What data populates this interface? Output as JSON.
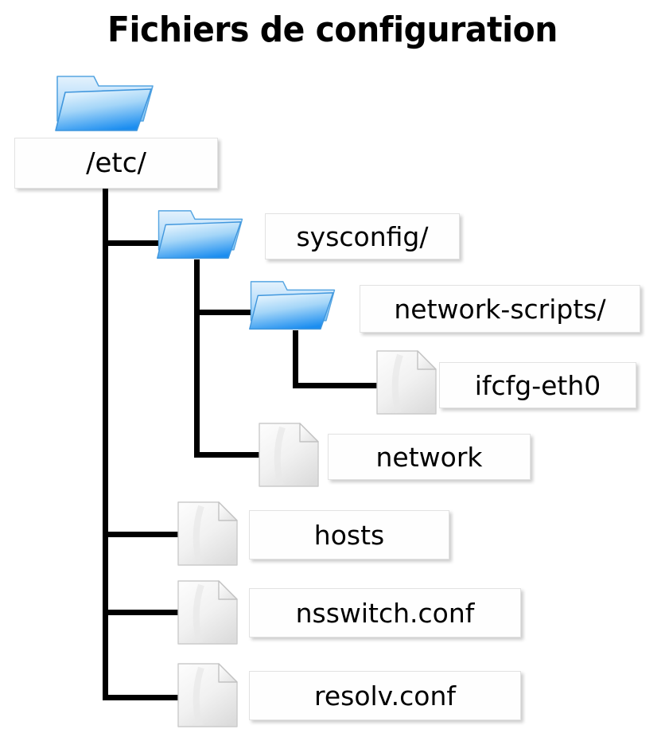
{
  "title": "Fichiers de configuration",
  "colors": {
    "folder_light": "#dceffc",
    "folder_mid": "#8fcdf6",
    "folder_deep": "#1b8df0",
    "folder_stroke": "#4a9fe0",
    "file_light": "#fbfbfb",
    "file_dark": "#dedede",
    "file_stroke": "#cfcfcf",
    "line": "#000000",
    "box_bg": "#fefefe",
    "box_border": "#e2e2e2",
    "text": "#000000"
  },
  "tree": {
    "root": {
      "label": "/etc/",
      "icon": "folder-icon",
      "type": "directory"
    },
    "nodes": [
      {
        "label": "sysconfig/",
        "icon": "folder-icon",
        "type": "directory",
        "depth": 1
      },
      {
        "label": "network-scripts/",
        "icon": "folder-icon",
        "type": "directory",
        "depth": 2
      },
      {
        "label": "ifcfg-eth0",
        "icon": "file-icon",
        "type": "file",
        "depth": 3
      },
      {
        "label": "network",
        "icon": "file-icon",
        "type": "file",
        "depth": 2
      },
      {
        "label": "hosts",
        "icon": "file-icon",
        "type": "file",
        "depth": 1
      },
      {
        "label": "nsswitch.conf",
        "icon": "file-icon",
        "type": "file",
        "depth": 1
      },
      {
        "label": "resolv.conf",
        "icon": "file-icon",
        "type": "file",
        "depth": 1
      }
    ]
  }
}
